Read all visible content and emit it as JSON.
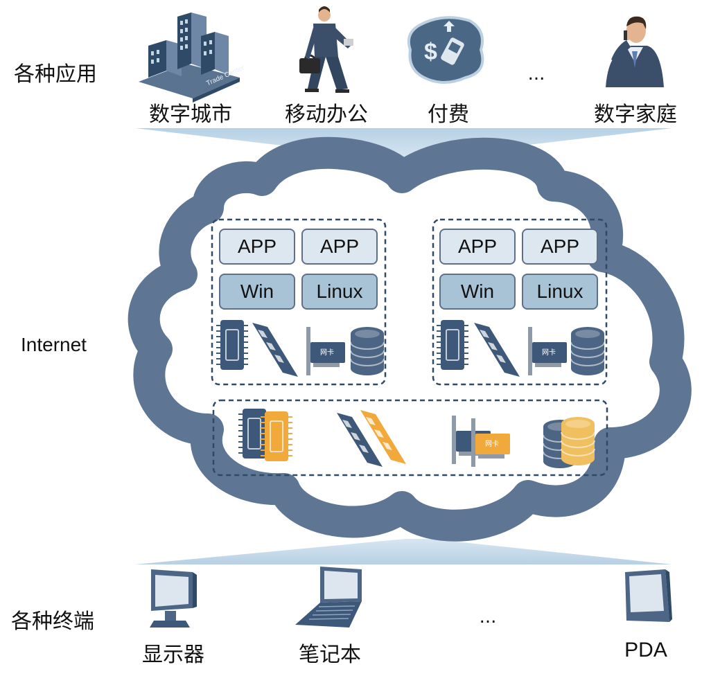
{
  "rows": {
    "applications": "各种应用",
    "internet": "Internet",
    "terminals": "各种终端"
  },
  "applications": [
    {
      "label": "数字城市",
      "icon": "office-building-icon",
      "sign": "Trade Center"
    },
    {
      "label": "移动办公",
      "icon": "businessman-walking-icon"
    },
    {
      "label": "付费",
      "icon": "mobile-payment-icon"
    },
    {
      "label": "...",
      "icon": "ellipsis"
    },
    {
      "label": "数字家庭",
      "icon": "businessman-phone-icon"
    }
  ],
  "clusters": [
    {
      "apps": [
        "APP",
        "APP"
      ],
      "os": [
        "Win",
        "Linux"
      ]
    },
    {
      "apps": [
        "APP",
        "APP"
      ],
      "os": [
        "Win",
        "Linux"
      ]
    }
  ],
  "nic_text": "网卡",
  "terminals": [
    {
      "label": "显示器",
      "icon": "monitor-icon"
    },
    {
      "label": "笔记本",
      "icon": "laptop-icon"
    },
    {
      "label": "...",
      "icon": "ellipsis"
    },
    {
      "label": "PDA",
      "icon": "pda-icon"
    }
  ],
  "colors": {
    "cloud": "#5e7594",
    "band": "#bdd4e6",
    "app_box": "#dce7f0",
    "os_box": "#a9c3d6",
    "hardware": "#3d5878",
    "pooled": "#f0a93a"
  }
}
